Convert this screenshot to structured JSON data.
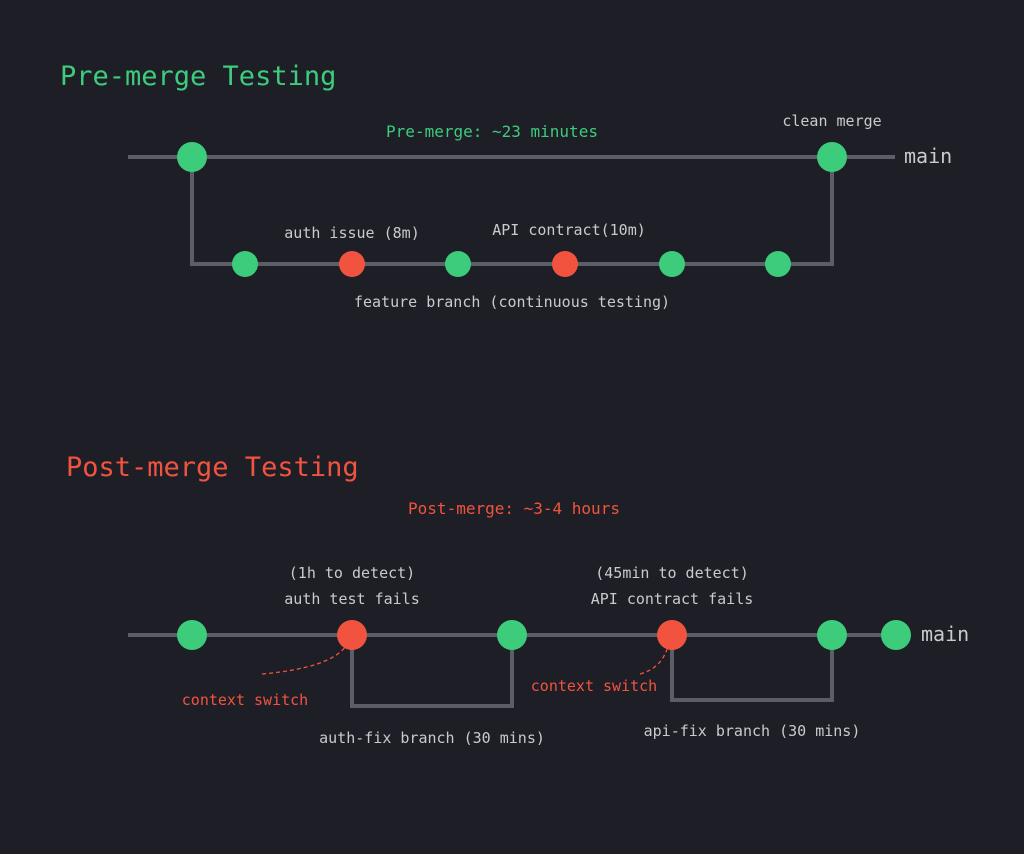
{
  "colors": {
    "background": "#1e1f26",
    "line": "#5b5e66",
    "pass": "#3dcb7c",
    "fail": "#f2533f",
    "text": "#c9cacc",
    "green_text": "#3dcb7c",
    "red_text": "#f2533f"
  },
  "pre": {
    "heading": "Pre-merge Testing",
    "duration": "Pre-merge: ~23 minutes",
    "clean_merge": "clean merge",
    "main_label": "main",
    "auth_issue": "auth issue (8m)",
    "api_contract": "API contract(10m)",
    "branch_label": "feature branch (continuous testing)"
  },
  "post": {
    "heading": "Post-merge Testing",
    "duration": "Post-merge: ~3-4 hours",
    "detect1": "(1h to detect)",
    "fail1": "auth test fails",
    "detect2": "(45min to detect)",
    "fail2": "API contract fails",
    "main_label": "main",
    "context1": "context switch",
    "context2": "context switch",
    "branch1": "auth-fix branch (30 mins)",
    "branch2": "api-fix branch (30 mins)"
  },
  "nodes": {
    "pre_main": [
      "pass",
      "pass"
    ],
    "pre_feature": [
      "pass",
      "fail",
      "pass",
      "fail",
      "pass",
      "pass"
    ],
    "post_main": [
      "pass",
      "fail",
      "pass",
      "fail",
      "pass",
      "pass"
    ]
  }
}
